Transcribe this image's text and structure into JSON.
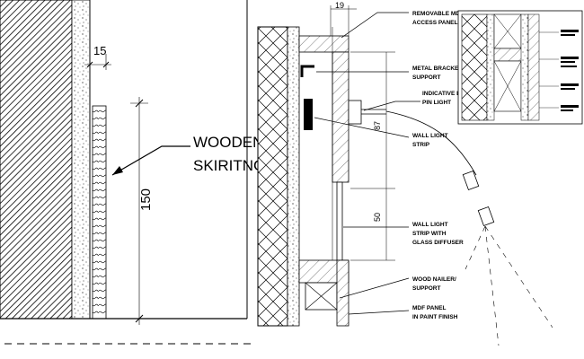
{
  "left_detail": {
    "title_line1": "WOODEN",
    "title_line2": "SKIRITNG",
    "dim_width": "15",
    "dim_height": "150"
  },
  "section_detail": {
    "dim_top": "19",
    "dim_right_upper": "87",
    "dim_right_lower": "50",
    "labels": {
      "access_panel_1": "REMOVABLE MDF",
      "access_panel_2": "ACCESS PANEL",
      "bracket_1": "METAL BRACKET",
      "bracket_2": "SUPPORT",
      "pin_light_1": "INDICATIVE LINE OF",
      "pin_light_2": "PIN LIGHT",
      "strip_1": "WALL LIGHT",
      "strip_2": "STRIP",
      "diffuser_1": "WALL LIGHT",
      "diffuser_2": "STRIP WITH",
      "diffuser_3": "GLASS DIFFUSER",
      "nailer_1": "WOOD NAILER/",
      "nailer_2": "SUPPORT",
      "mdf_1": "MDF PANEL",
      "mdf_2": "IN PAINT FINISH"
    }
  }
}
